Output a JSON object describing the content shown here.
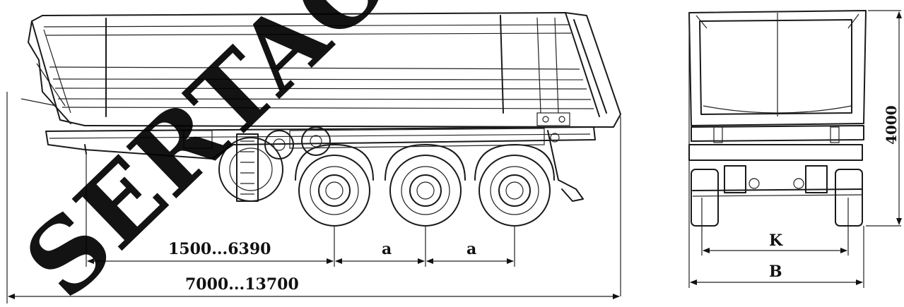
{
  "drawing": {
    "dimensions": {
      "axle_offset": "1500...6390",
      "axle_spacing_1": "a",
      "axle_spacing_2": "a",
      "overall_length": "7000...13700",
      "track_width": "K",
      "overall_width": "B",
      "height": "4000"
    },
    "watermark": "SERTAO"
  }
}
